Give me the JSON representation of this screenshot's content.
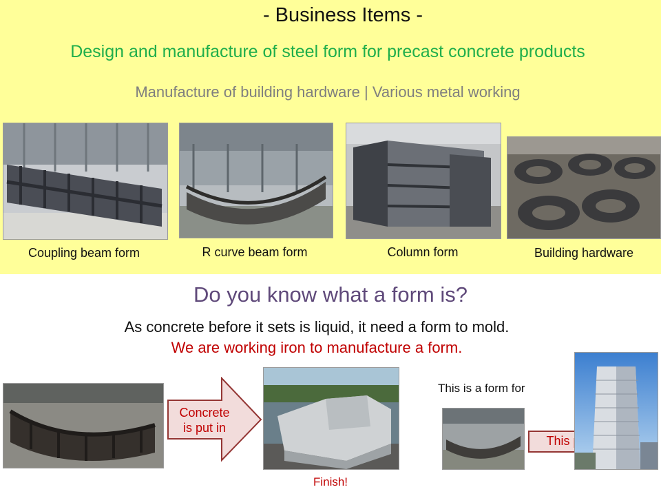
{
  "header": {
    "title": "- Business Items -",
    "subtitle": "Design and manufacture of steel form for precast concrete products",
    "secondary": "Manufacture of building hardware | Various metal working"
  },
  "gallery": [
    {
      "caption": "Coupling beam form"
    },
    {
      "caption": "R curve beam form"
    },
    {
      "caption": "Column form"
    },
    {
      "caption": "Building hardware"
    }
  ],
  "explain": {
    "question": "Do you know what a form is?",
    "line1": "As concrete before it sets is liquid, it need a form to mold.",
    "line2": "We are working iron to manufacture a form.",
    "arrow1_line1": "Concrete",
    "arrow1_line2": "is put in",
    "finish": "Finish!",
    "form_for": "This is a form for",
    "arrow2": "This part"
  },
  "colors": {
    "top_background": "#ffff99",
    "subtitle_green": "#1fae4b",
    "secondary_gray": "#7f7f7f",
    "question_purple": "#5f497a",
    "emphasis_red": "#c00000",
    "arrow_fill": "#f2dcdb",
    "arrow_border": "#943634"
  }
}
